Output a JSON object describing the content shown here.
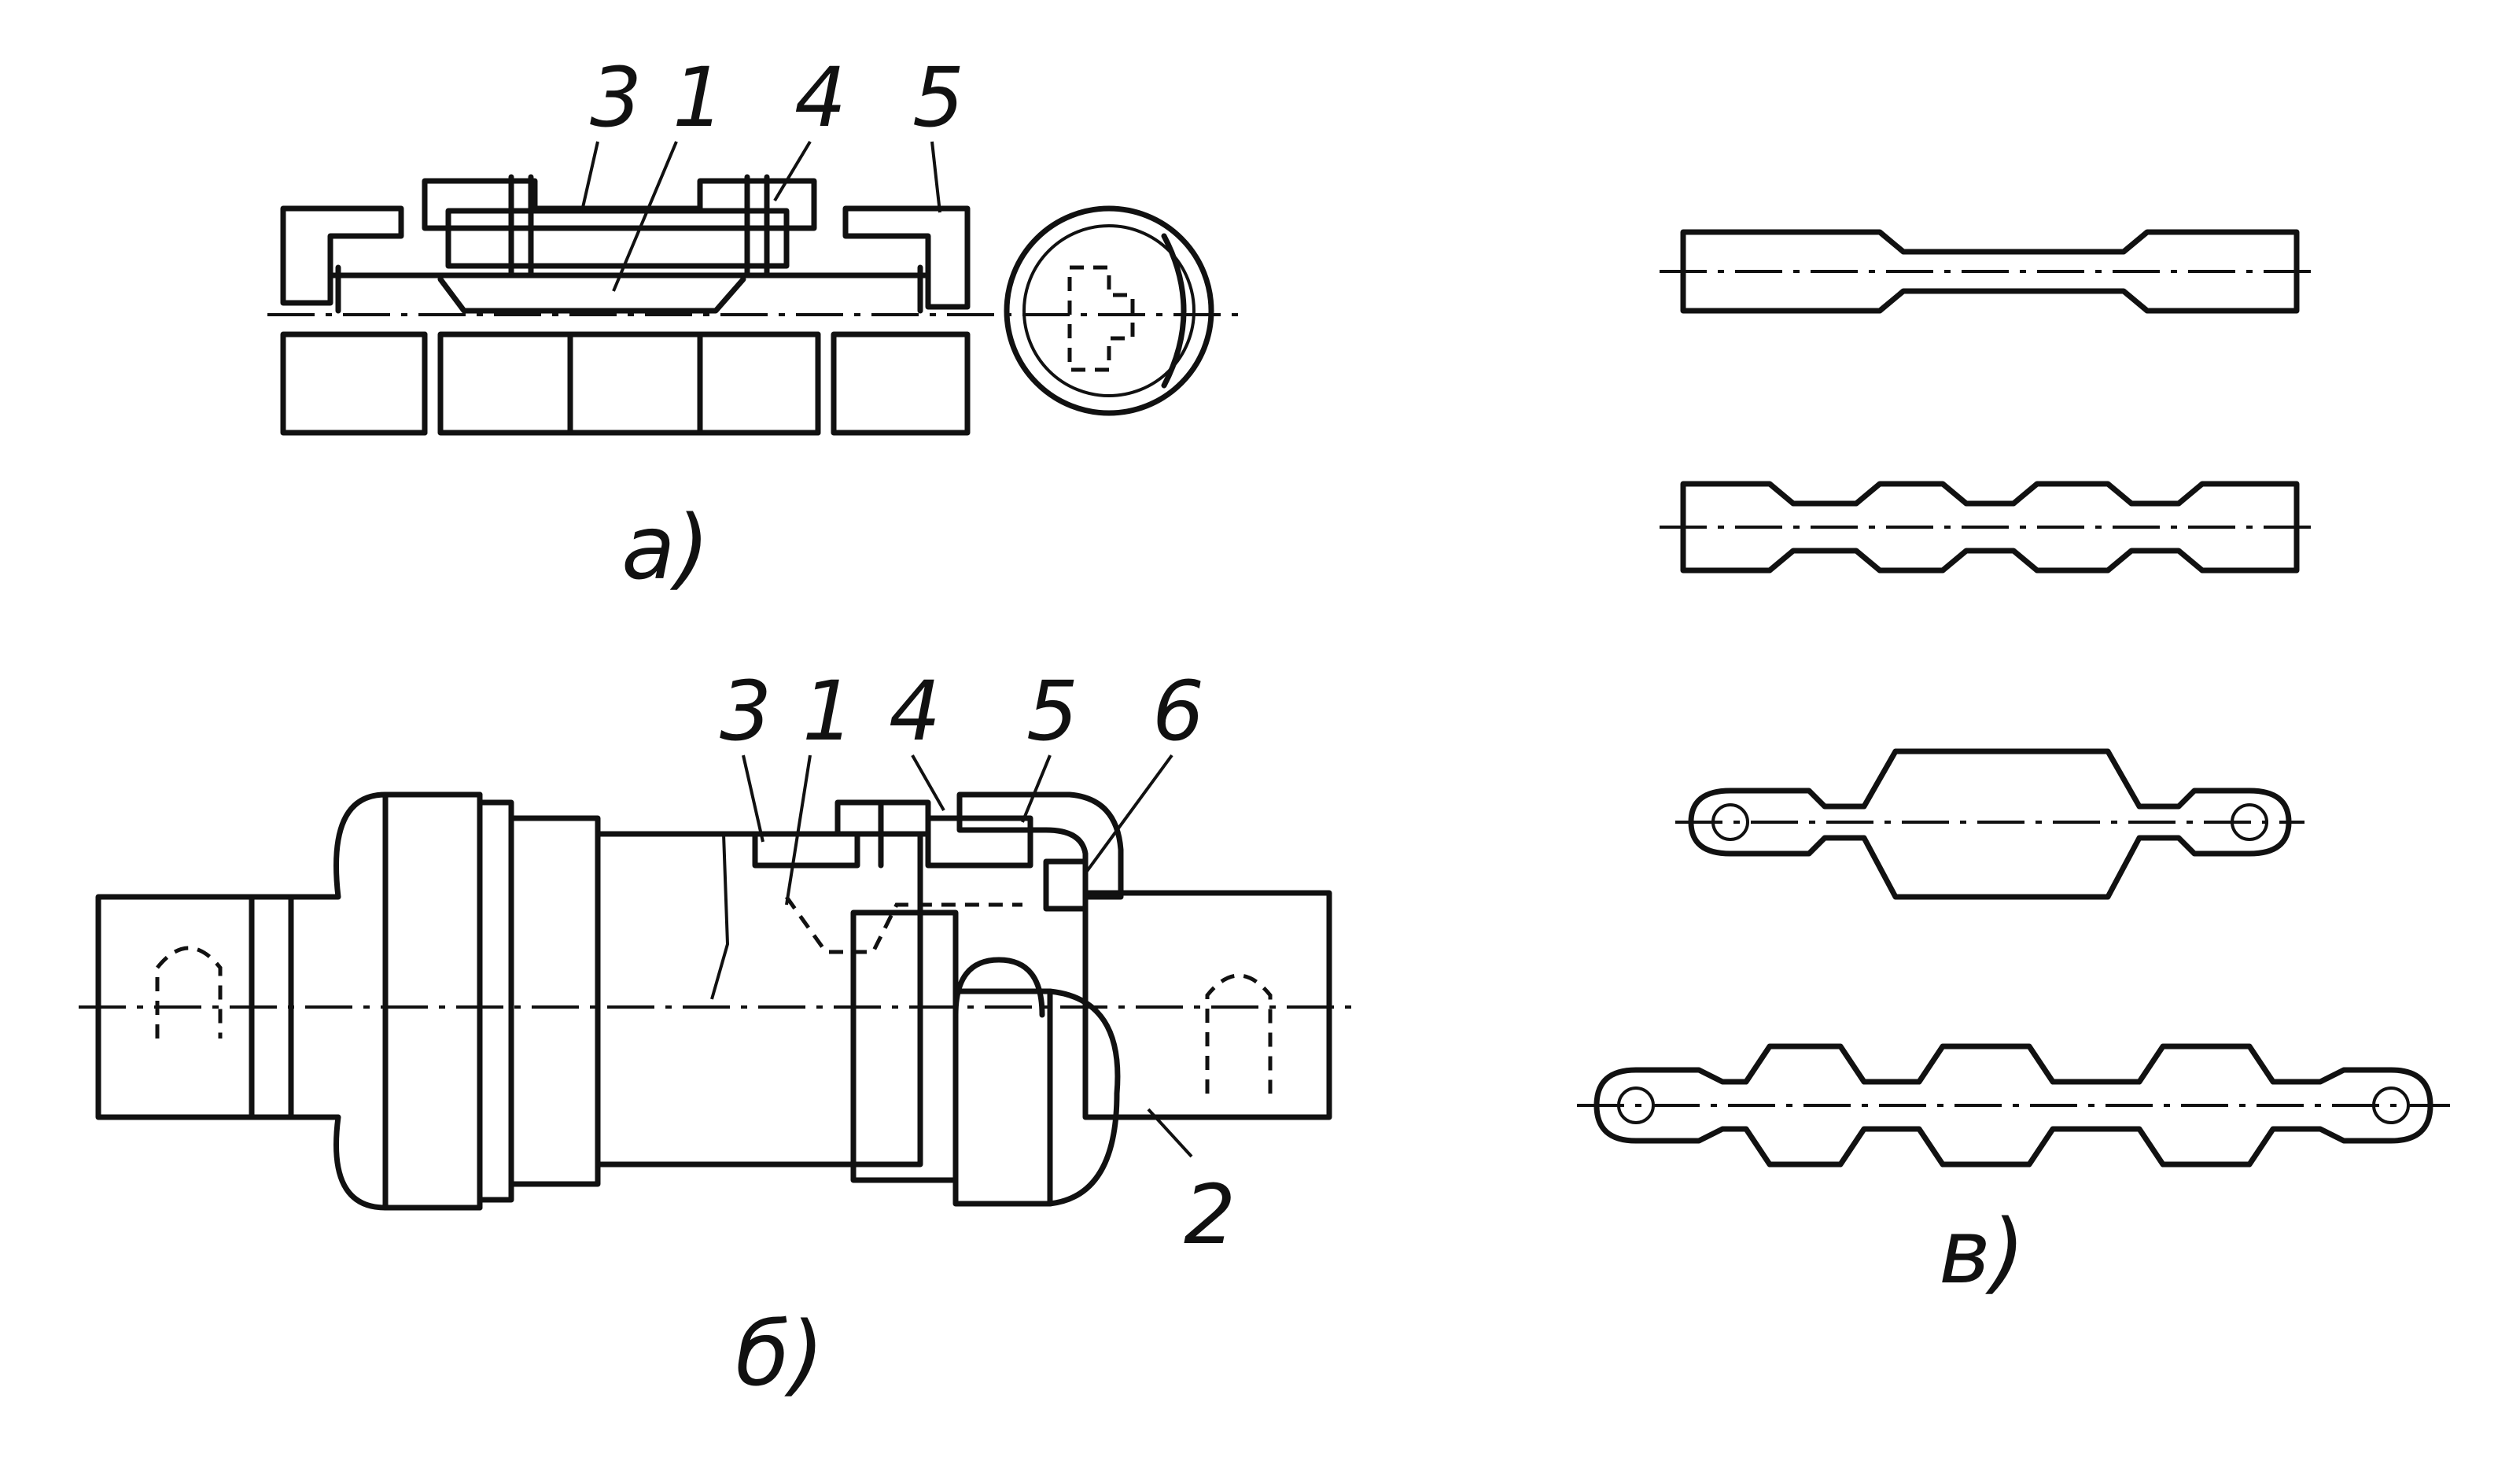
{
  "figure_a": {
    "callouts": [
      "3",
      "1",
      "4",
      "5"
    ],
    "caption": "а)"
  },
  "figure_b": {
    "callouts": [
      "3",
      "1",
      "4",
      "5",
      "6",
      "2"
    ],
    "caption": "б)"
  },
  "figure_c": {
    "caption": "в)"
  },
  "colors": {
    "ink": "#111111",
    "background": "#ffffff"
  }
}
